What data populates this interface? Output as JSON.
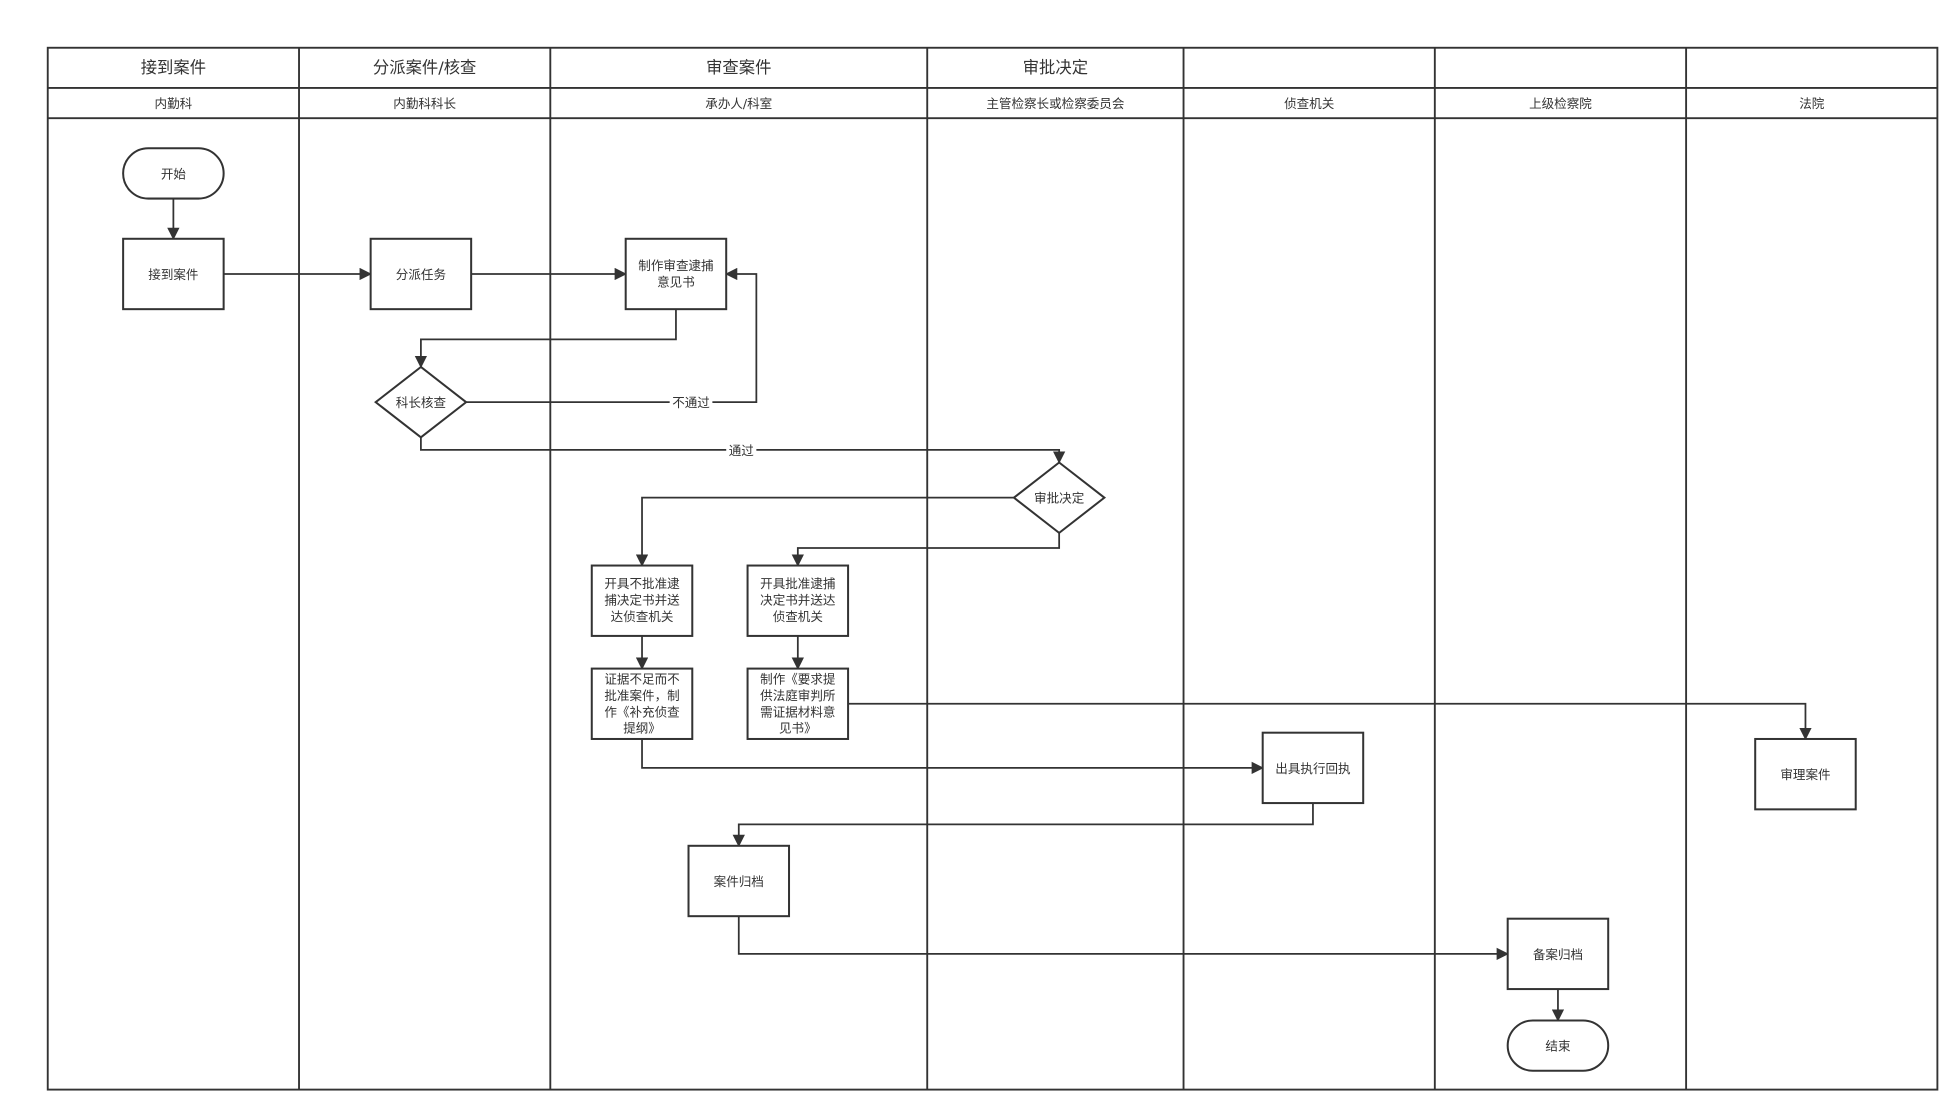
{
  "lanes": [
    {
      "title": "接到案件",
      "role": "内勤科"
    },
    {
      "title": "分派案件/核查",
      "role": "内勤科科长"
    },
    {
      "title": "审查案件",
      "role": "承办人/科室"
    },
    {
      "title": "审批决定",
      "role": "主管检察长或检察委员会"
    },
    {
      "title": "",
      "role": "侦查机关"
    },
    {
      "title": "",
      "role": "上级检察院"
    },
    {
      "title": "",
      "role": "法院"
    }
  ],
  "nodes": {
    "start": "开始",
    "receive": "接到案件",
    "assign": "分派任务",
    "opinion": [
      "制作审查逮捕",
      "意见书"
    ],
    "chief_review": "科长核查",
    "approval": "审批决定",
    "not_approve": [
      "开具不批准逮",
      "捕决定书并送",
      "达侦查机关"
    ],
    "approve": [
      "开具批准逮捕",
      "决定书并送达",
      "侦查机关"
    ],
    "insufficient": [
      "证据不足而不",
      "批准案件，制",
      "作《补充侦查",
      "提纲》"
    ],
    "request": [
      "制作《要求提",
      "供法庭审判所",
      "需证据材料意",
      "见书》"
    ],
    "receipt": "出具执行回执",
    "trial": "审理案件",
    "archive": "案件归档",
    "record": "备案归档",
    "end": "结束"
  },
  "edges": {
    "fail": "不通过",
    "pass": "通过"
  }
}
